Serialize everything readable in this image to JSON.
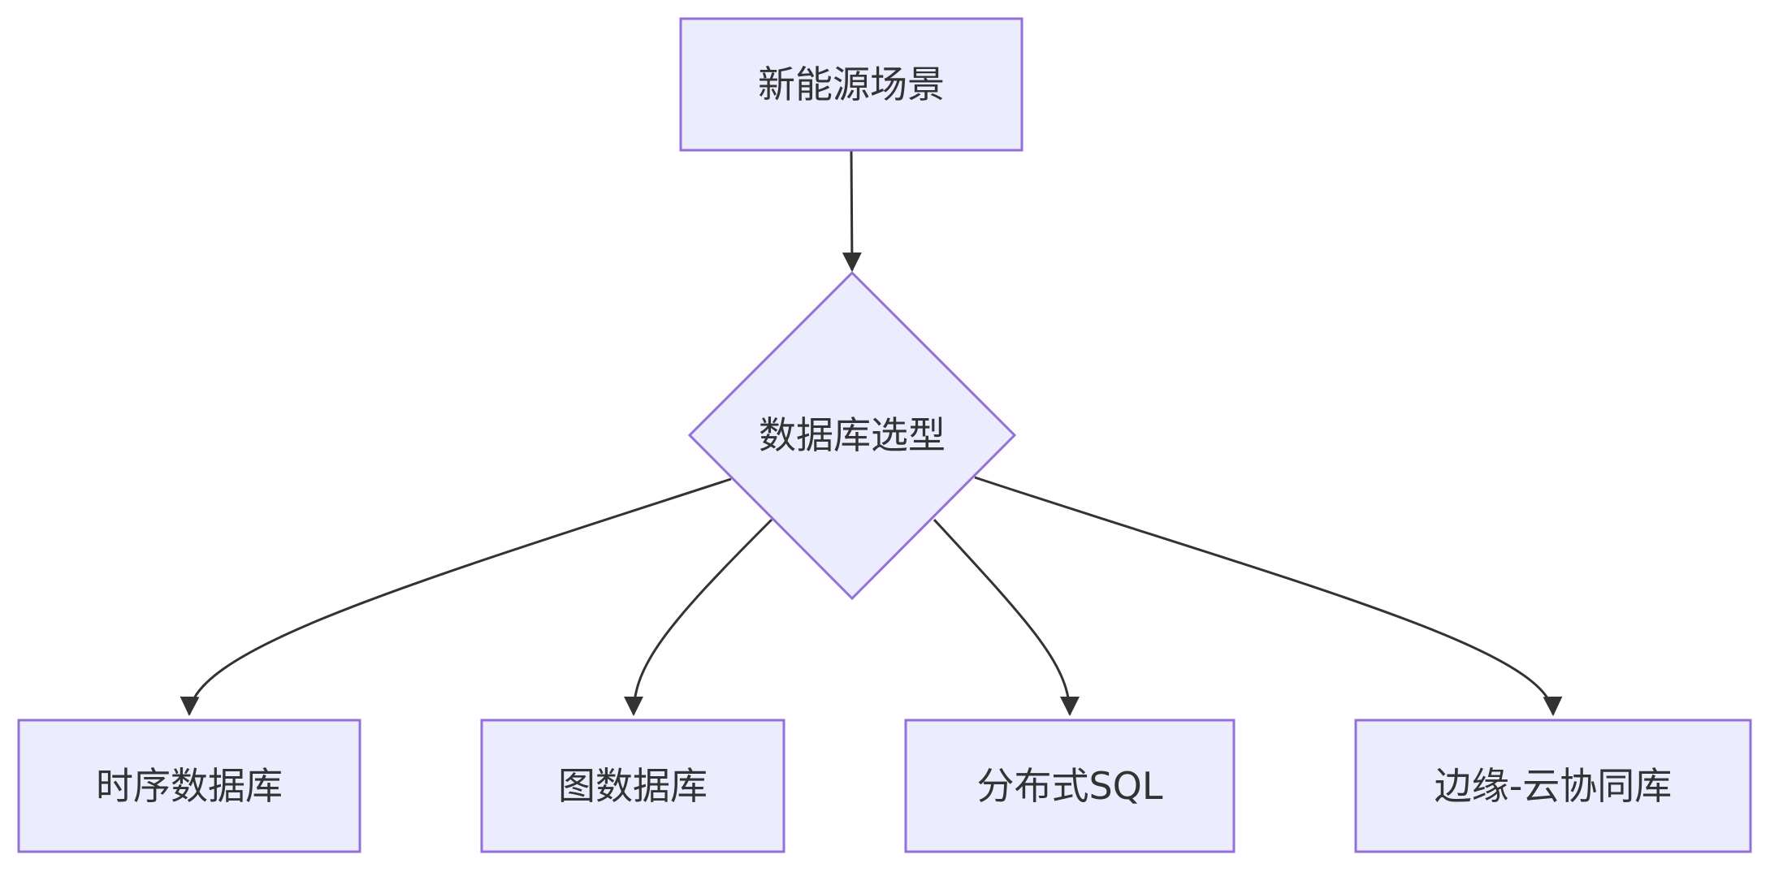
{
  "diagram": {
    "type": "flowchart",
    "nodes": [
      {
        "id": "scene",
        "shape": "rect",
        "label": "新能源场景"
      },
      {
        "id": "select",
        "shape": "diamond",
        "label": "数据库选型"
      },
      {
        "id": "tsdb",
        "shape": "rect",
        "label": "时序数据库"
      },
      {
        "id": "graphdb",
        "shape": "rect",
        "label": "图数据库"
      },
      {
        "id": "distsql",
        "shape": "rect",
        "label": "分布式SQL"
      },
      {
        "id": "edgecloud",
        "shape": "rect",
        "label": "边缘-云协同库"
      }
    ],
    "edges": [
      {
        "from": "scene",
        "to": "select"
      },
      {
        "from": "select",
        "to": "tsdb"
      },
      {
        "from": "select",
        "to": "graphdb"
      },
      {
        "from": "select",
        "to": "distsql"
      },
      {
        "from": "select",
        "to": "edgecloud"
      }
    ],
    "colors": {
      "node_fill": "#ECECFF",
      "node_stroke": "#9370DB",
      "edge": "#333333",
      "text": "#333333"
    }
  }
}
